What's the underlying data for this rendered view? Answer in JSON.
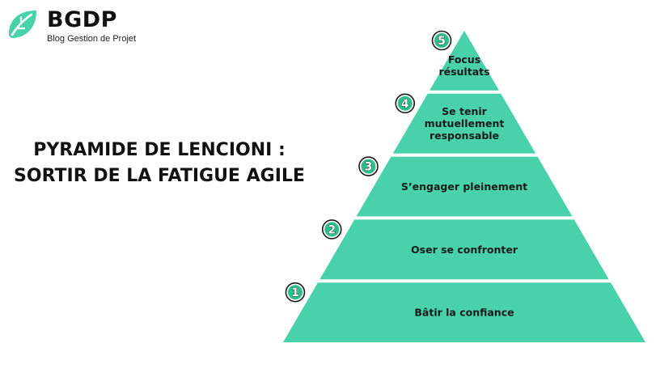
{
  "logo": {
    "name": "BGDP",
    "tagline": "Blog Gestion de Projet",
    "icon": "leaf-icon"
  },
  "title": {
    "line1": "PYRAMIDE DE LENCIONI :",
    "line2": "SORTIR DE LA FATIGUE AGILE"
  },
  "colors": {
    "accent": "#48d1ab",
    "badge_fill": "#2bbf8e",
    "text": "#111111"
  },
  "pyramid": {
    "levels": [
      {
        "number": "5",
        "lines": [
          "Focus",
          "résultats"
        ]
      },
      {
        "number": "4",
        "lines": [
          "Se tenir",
          "mutuellement",
          "responsable"
        ]
      },
      {
        "number": "3",
        "lines": [
          "S’engager pleinement"
        ]
      },
      {
        "number": "2",
        "lines": [
          "Oser se confronter"
        ]
      },
      {
        "number": "1",
        "lines": [
          "Bâtir la confiance"
        ]
      }
    ]
  }
}
